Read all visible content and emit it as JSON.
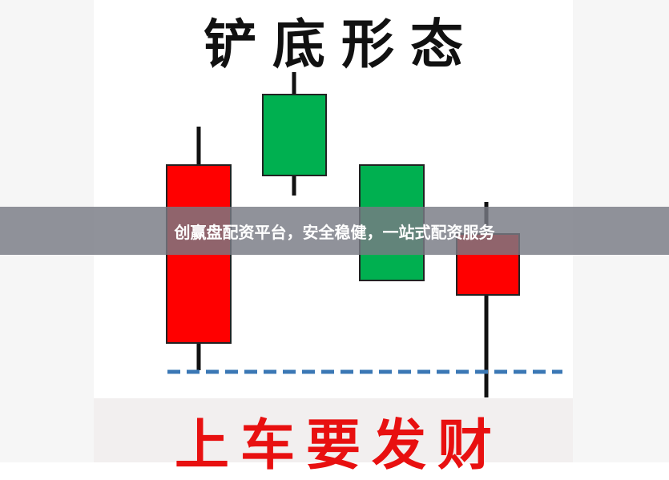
{
  "image": {
    "title": "铲底形态",
    "bottom_caption": "上车要发财",
    "colors": {
      "bullish": "#ff0000",
      "bearish": "#00b050",
      "wick": "#111111",
      "support_line": "#3b78b5",
      "caption": "#e81010"
    }
  },
  "overlay": {
    "text": "创赢盘配资平台，安全稳健，一站式配资服务"
  }
}
